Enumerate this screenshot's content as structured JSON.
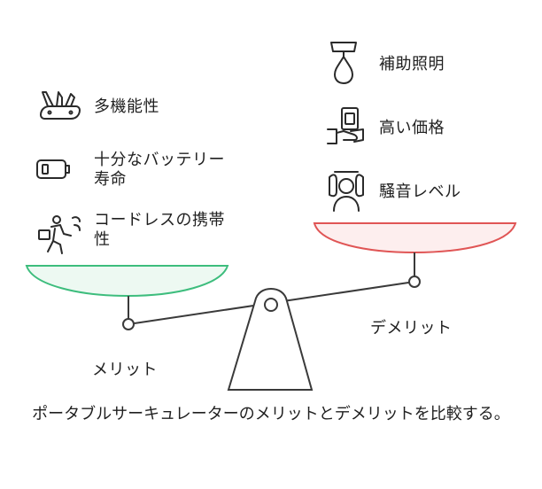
{
  "caption": "ポータブルサーキュレーターのメリットとデメリットを比較する。",
  "left_pan": {
    "title": "メリット",
    "items": [
      {
        "label": "多機能性",
        "icon": "swiss-army-knife-icon"
      },
      {
        "label": "十分なバッテリー寿命",
        "icon": "battery-icon"
      },
      {
        "label": "コードレスの携帯性",
        "icon": "running-person-icon"
      }
    ]
  },
  "right_pan": {
    "title": "デメリット",
    "items": [
      {
        "label": "補助照明",
        "icon": "lamp-icon"
      },
      {
        "label": "高い価格",
        "icon": "hand-money-icon"
      },
      {
        "label": "騒音レベル",
        "icon": "person-noise-icon"
      }
    ]
  },
  "colors": {
    "pros": "#3dbd7d",
    "cons": "#e05555",
    "line": "#3a3a3a"
  }
}
